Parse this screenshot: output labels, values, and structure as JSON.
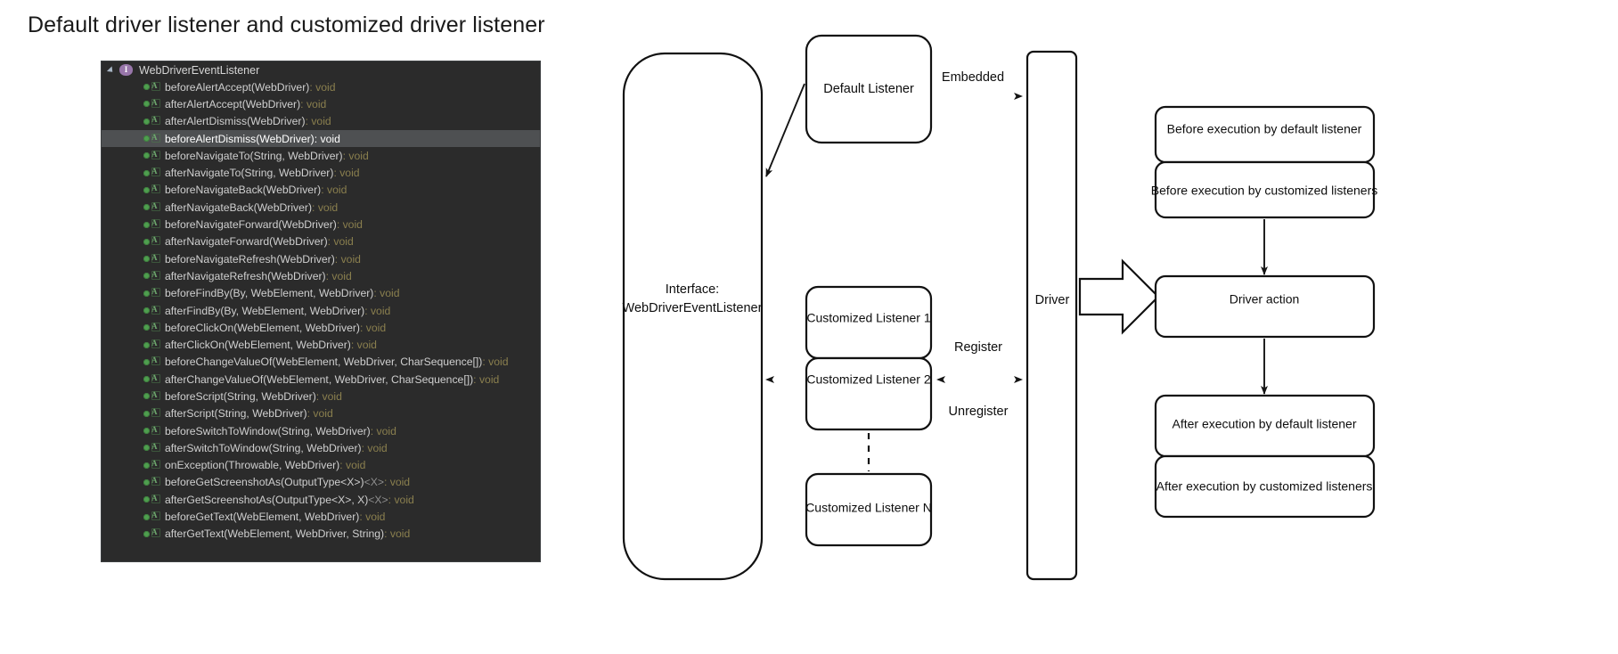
{
  "page": {
    "title": "Default driver listener and customized driver listener"
  },
  "outline": {
    "root_label": "WebDriverEventListener",
    "root_icon": "interface-icon",
    "expander_icon": "expand-triangle-icon",
    "selected_index": 3,
    "methods": [
      {
        "name": "beforeAlertAccept(WebDriver)",
        "sep": " : ",
        "type": "void",
        "generic": ""
      },
      {
        "name": "afterAlertAccept(WebDriver)",
        "sep": " : ",
        "type": "void",
        "generic": ""
      },
      {
        "name": "afterAlertDismiss(WebDriver)",
        "sep": " : ",
        "type": "void",
        "generic": ""
      },
      {
        "name": "beforeAlertDismiss(WebDriver)",
        "sep": " : ",
        "type": "void",
        "generic": ""
      },
      {
        "name": "beforeNavigateTo(String, WebDriver)",
        "sep": " : ",
        "type": "void",
        "generic": ""
      },
      {
        "name": "afterNavigateTo(String, WebDriver)",
        "sep": " : ",
        "type": "void",
        "generic": ""
      },
      {
        "name": "beforeNavigateBack(WebDriver)",
        "sep": " : ",
        "type": "void",
        "generic": ""
      },
      {
        "name": "afterNavigateBack(WebDriver)",
        "sep": " : ",
        "type": "void",
        "generic": ""
      },
      {
        "name": "beforeNavigateForward(WebDriver)",
        "sep": " : ",
        "type": "void",
        "generic": ""
      },
      {
        "name": "afterNavigateForward(WebDriver)",
        "sep": " : ",
        "type": "void",
        "generic": ""
      },
      {
        "name": "beforeNavigateRefresh(WebDriver)",
        "sep": " : ",
        "type": "void",
        "generic": ""
      },
      {
        "name": "afterNavigateRefresh(WebDriver)",
        "sep": " : ",
        "type": "void",
        "generic": ""
      },
      {
        "name": "beforeFindBy(By, WebElement, WebDriver)",
        "sep": " : ",
        "type": "void",
        "generic": ""
      },
      {
        "name": "afterFindBy(By, WebElement, WebDriver)",
        "sep": " : ",
        "type": "void",
        "generic": ""
      },
      {
        "name": "beforeClickOn(WebElement, WebDriver)",
        "sep": " : ",
        "type": "void",
        "generic": ""
      },
      {
        "name": "afterClickOn(WebElement, WebDriver)",
        "sep": " : ",
        "type": "void",
        "generic": ""
      },
      {
        "name": "beforeChangeValueOf(WebElement, WebDriver, CharSequence[])",
        "sep": " : ",
        "type": "void",
        "generic": ""
      },
      {
        "name": "afterChangeValueOf(WebElement, WebDriver, CharSequence[])",
        "sep": " : ",
        "type": "void",
        "generic": ""
      },
      {
        "name": "beforeScript(String, WebDriver)",
        "sep": " : ",
        "type": "void",
        "generic": ""
      },
      {
        "name": "afterScript(String, WebDriver)",
        "sep": " : ",
        "type": "void",
        "generic": ""
      },
      {
        "name": "beforeSwitchToWindow(String, WebDriver)",
        "sep": " : ",
        "type": "void",
        "generic": ""
      },
      {
        "name": "afterSwitchToWindow(String, WebDriver)",
        "sep": " : ",
        "type": "void",
        "generic": ""
      },
      {
        "name": "onException(Throwable, WebDriver)",
        "sep": " : ",
        "type": "void",
        "generic": ""
      },
      {
        "name": "beforeGetScreenshotAs(OutputType<X>)",
        "sep": " : ",
        "type": "void",
        "generic": "<X>"
      },
      {
        "name": "afterGetScreenshotAs(OutputType<X>, X)",
        "sep": " : ",
        "type": "void",
        "generic": "<X>"
      },
      {
        "name": "beforeGetText(WebElement, WebDriver)",
        "sep": " : ",
        "type": "void",
        "generic": ""
      },
      {
        "name": "afterGetText(WebElement, WebDriver, String)",
        "sep": " : ",
        "type": "void",
        "generic": ""
      }
    ]
  },
  "diagram": {
    "interface_box": {
      "line1": "Interface:",
      "line2": "WebDriverEventListener"
    },
    "default_listener": "Default Listener",
    "customized_listeners": [
      "Customized Listener 1",
      "Customized Listener 2",
      "Customized Listener N"
    ],
    "driver": "Driver",
    "edges": {
      "embedded": "Embedded",
      "register": "Register",
      "unregister": "Unregister"
    },
    "execution_steps": [
      "Before execution by default listener",
      "Before execution by customized listeners",
      "Driver action",
      "After execution by default listener",
      "After execution by customized listeners"
    ]
  },
  "colors": {
    "panel_background": "#2b2b2b",
    "panel_selected_row": "#4e5052",
    "method_name": "#cfcfcf",
    "return_type": "#8a7f4e",
    "interface_badge": "#9876aa",
    "bullet_green": "#4f9f4f",
    "diagram_stroke": "#111111",
    "page_background": "#ffffff"
  }
}
